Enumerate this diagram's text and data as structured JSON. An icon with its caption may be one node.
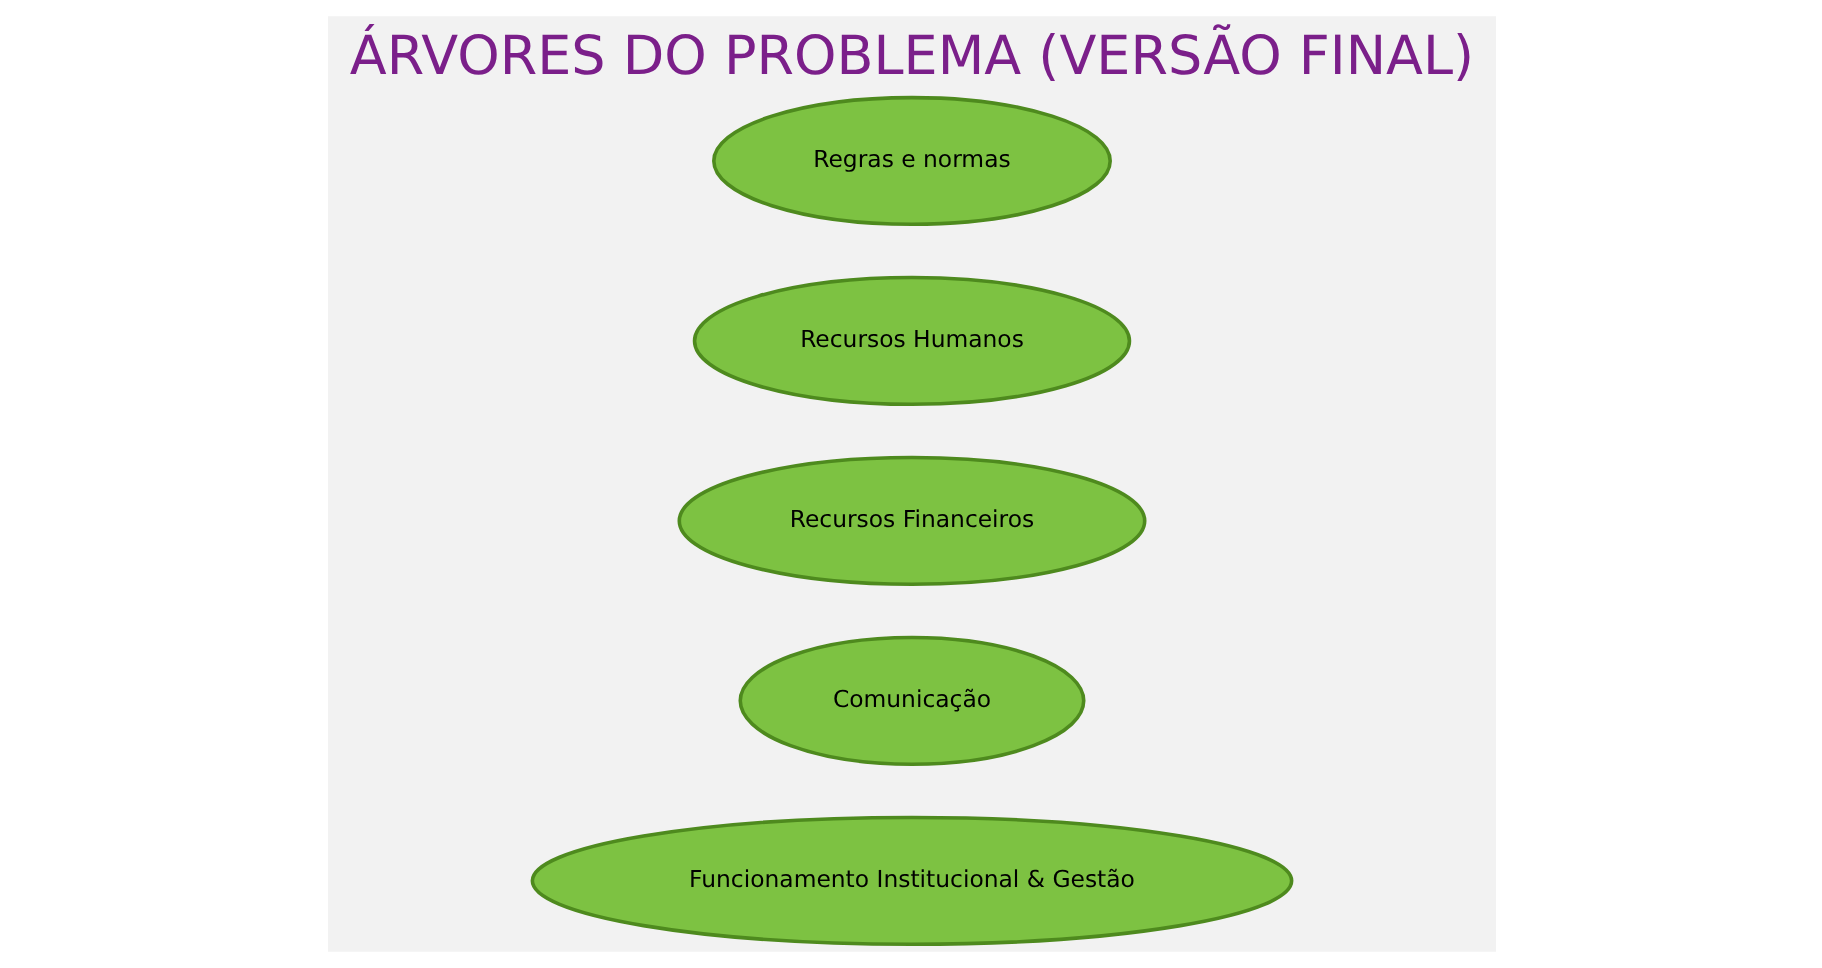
{
  "diagram": {
    "title": "ÁRVORES DO PROBLEMA (VERSÃO FINAL)",
    "nodes": [
      {
        "text": [
          "Funcionamento Institucional & Gestão"
        ]
      },
      {
        "text": [
          "Comunicação"
        ]
      },
      {
        "text": [
          "Recursos Financeiros"
        ]
      },
      {
        "text": [
          "Recursos Humanos"
        ]
      },
      {
        "text": [
          "Regras e normas"
        ]
      }
    ]
  }
}
